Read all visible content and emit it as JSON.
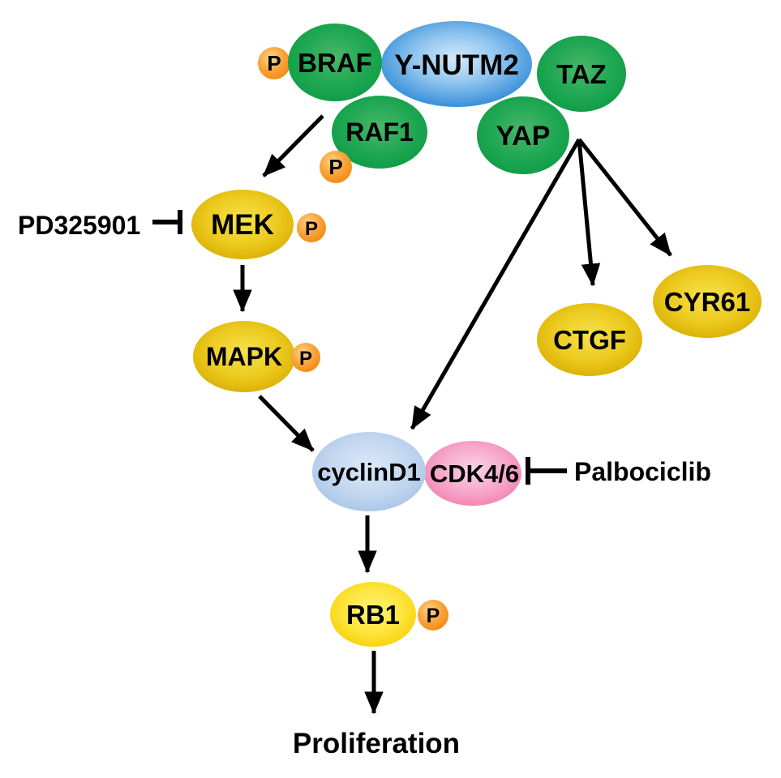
{
  "nodes": {
    "braf": {
      "label": "BRAF",
      "phosphorylated": true,
      "color": "green"
    },
    "raf1": {
      "label": "RAF1",
      "phosphorylated": true,
      "color": "green"
    },
    "ynutm2": {
      "label": "Y-NUTM2",
      "phosphorylated": false,
      "color": "blue"
    },
    "taz": {
      "label": "TAZ",
      "phosphorylated": false,
      "color": "green"
    },
    "yap": {
      "label": "YAP",
      "phosphorylated": false,
      "color": "green"
    },
    "mek": {
      "label": "MEK",
      "phosphorylated": true,
      "color": "gold"
    },
    "mapk": {
      "label": "MAPK",
      "phosphorylated": true,
      "color": "gold"
    },
    "cyclind1": {
      "label": "cyclinD1",
      "phosphorylated": false,
      "color": "light_blue"
    },
    "cdk46": {
      "label": "CDK4/6",
      "phosphorylated": false,
      "color": "pink"
    },
    "ctgf": {
      "label": "CTGF",
      "phosphorylated": false,
      "color": "gold"
    },
    "cyr61": {
      "label": "CYR61",
      "phosphorylated": false,
      "color": "gold"
    },
    "rb1": {
      "label": "RB1",
      "phosphorylated": true,
      "color": "yellow"
    }
  },
  "phospho": {
    "label": "P"
  },
  "inhibitors": {
    "pd325901": {
      "label": "PD325901",
      "target": "MEK"
    },
    "palbociclib": {
      "label": "Palbociclib",
      "target": "CDK4/6"
    }
  },
  "output": {
    "label": "Proliferation"
  },
  "colors": {
    "green_edge": "#0c9b43",
    "green_center": "#4bb769",
    "blue_edge": "#1e80d2",
    "blue_center": "#d7ebfb",
    "light_blue_edge": "#a2c2e6",
    "light_blue_center": "#dde9f8",
    "pink_edge": "#f279ad",
    "pink_center": "#fbd4e4",
    "gold_edge": "#d7ac00",
    "gold_center": "#f7e24c",
    "yellow_edge": "#f8ce00",
    "yellow_center": "#fcf377",
    "orange_badge": "#f18a12",
    "arrow": "#000000",
    "text": "#000000",
    "background": "#ffffff"
  }
}
